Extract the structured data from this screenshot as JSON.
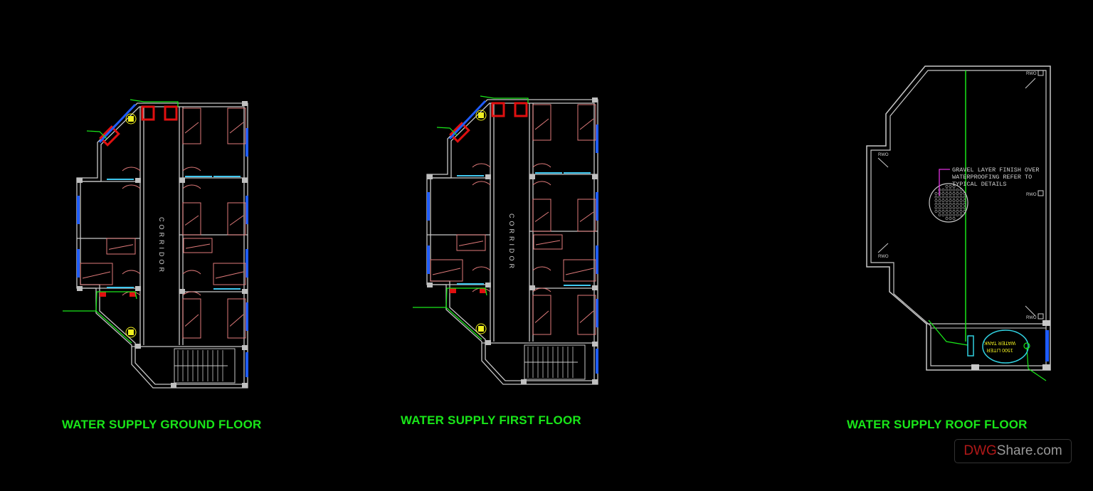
{
  "plans": [
    {
      "title": "WATER SUPPLY GROUND FLOOR",
      "corridor_label": "CORRIDOR"
    },
    {
      "title": "WATER SUPPLY FIRST FLOOR",
      "corridor_label": "CORRIDOR"
    },
    {
      "title": "WATER SUPPLY ROOF FLOOR"
    }
  ],
  "roof": {
    "note_lines": [
      "GRAVEL LAYER FINISH OVER",
      "WATERPROOFING REFER TO",
      "TYPICAL DETAILS"
    ],
    "drain_label": "RWO",
    "tank_lines": [
      "1500 LITER",
      "WATER TANK"
    ]
  },
  "watermark": {
    "part1": "DWG",
    "part2": "Share.com"
  },
  "colors": {
    "wall": "#c8c8c8",
    "furniture": "#e07a7a",
    "window": "#1e5cff",
    "pipe": "#19e619",
    "fixture": "#e01010",
    "heater": "#f0f020",
    "tank": "#30d0e0",
    "note_leader": "#e030e0"
  }
}
